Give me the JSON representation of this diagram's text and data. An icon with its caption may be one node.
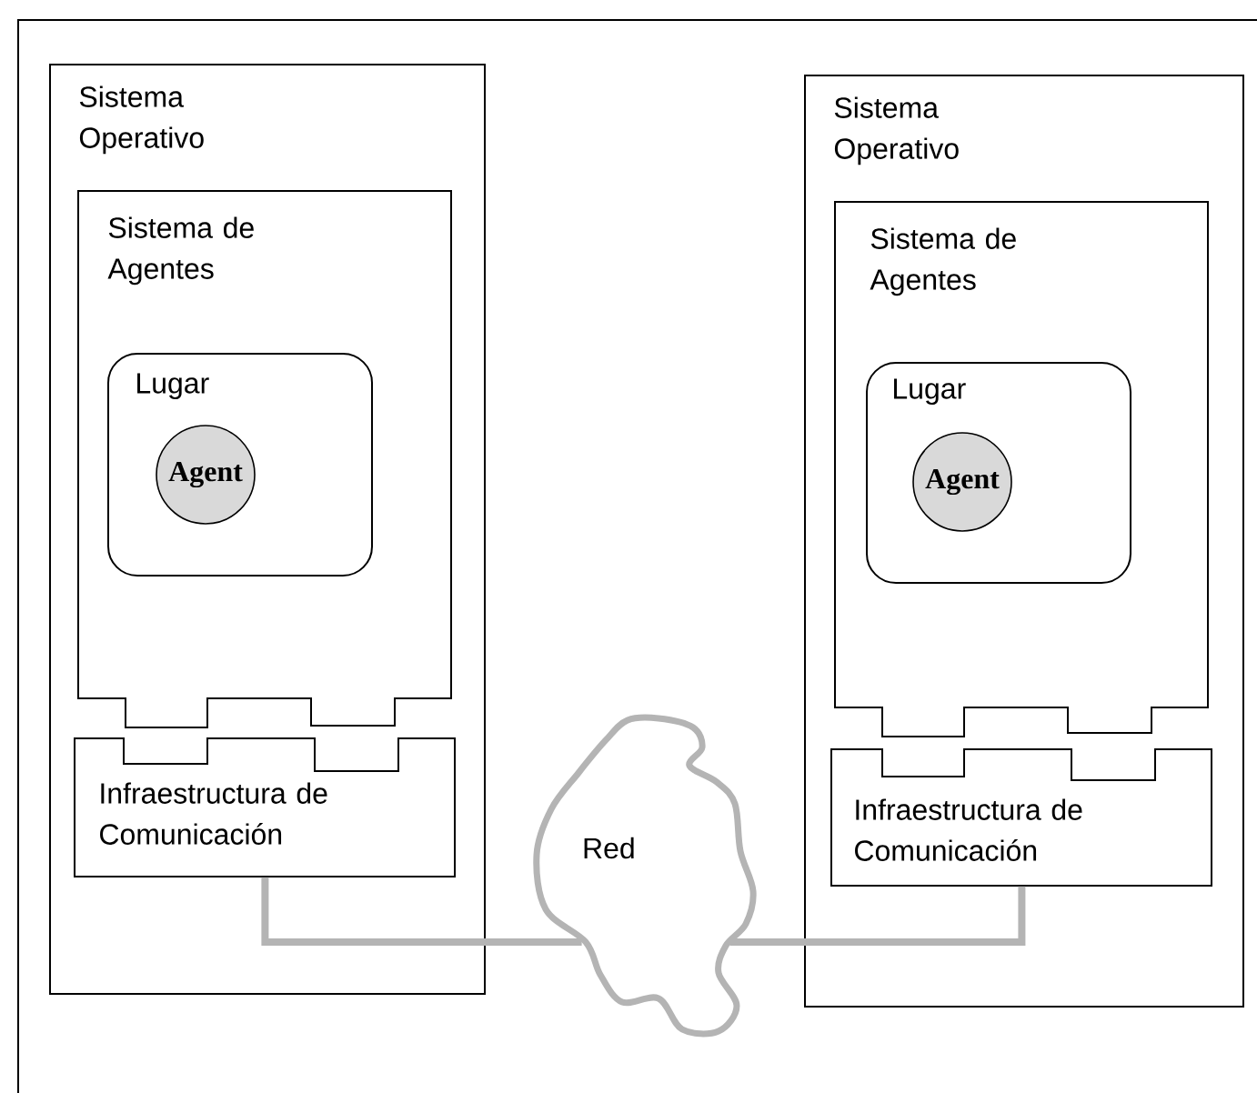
{
  "diagram": {
    "nodes": [
      {
        "text": [
          "Sistema Operativo"
        ]
      },
      {
        "text": [
          "Sistema de Agentes"
        ],
        "in": 0
      },
      {
        "text": [
          "Lugar"
        ],
        "in": 1
      },
      {
        "text": [
          "Agent"
        ],
        "in": 2
      },
      {
        "text": [
          "Infraestructura de Comunicación"
        ],
        "in": 0
      },
      {
        "text": [
          "Red"
        ]
      },
      {
        "text": [
          "Sistema Operativo"
        ]
      },
      {
        "text": [
          "Sistema de Agentes"
        ],
        "in": 6
      },
      {
        "text": [
          "Lugar"
        ],
        "in": 7
      },
      {
        "text": [
          "Agent"
        ],
        "in": 8
      },
      {
        "text": [
          "Infraestructura de Comunicación"
        ],
        "in": 6
      }
    ],
    "edges": [
      {
        "from": 4,
        "to": 5,
        "arrow": "none"
      },
      {
        "from": 10,
        "to": 5,
        "arrow": "none"
      }
    ]
  }
}
